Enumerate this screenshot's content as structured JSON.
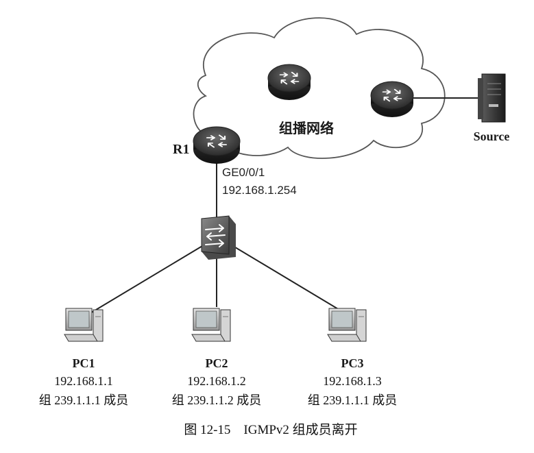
{
  "cloud_label": "组播网络",
  "router_r1": {
    "name": "R1",
    "interface": "GE0/0/1",
    "ip": "192.168.1.254"
  },
  "source": {
    "name": "Source"
  },
  "hosts": [
    {
      "name": "PC1",
      "ip": "192.168.1.1",
      "group": "组 239.1.1.1 成员"
    },
    {
      "name": "PC2",
      "ip": "192.168.1.2",
      "group": "组 239.1.1.2 成员"
    },
    {
      "name": "PC3",
      "ip": "192.168.1.3",
      "group": "组 239.1.1.1 成员"
    }
  ],
  "caption": "图 12-15　IGMPv2 组成员离开",
  "icons": {
    "router": "router-icon",
    "switch": "switch-icon",
    "server": "server-icon",
    "pc": "pc-icon"
  }
}
